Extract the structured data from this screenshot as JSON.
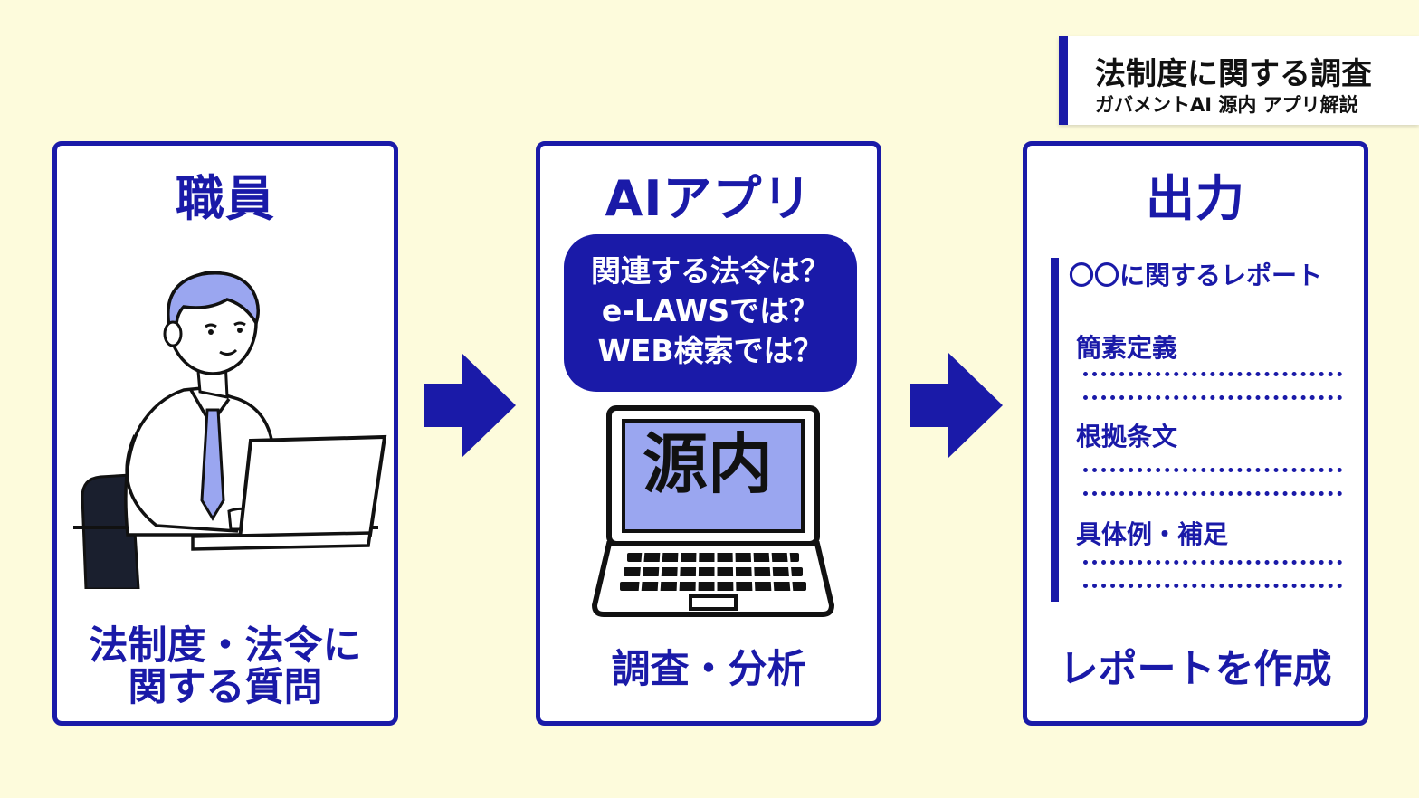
{
  "header": {
    "title": "法制度に関する調査",
    "subtitle": "ガバメントAI 源内 アプリ解説"
  },
  "panels": {
    "staff": {
      "heading": "職員",
      "caption_line1": "法制度・法令に",
      "caption_line2": "関する質問"
    },
    "app": {
      "heading": "AIアプリ",
      "bubble_lines": [
        "関連する法令は？",
        "e-LAWSでは？",
        "WEB検索では？"
      ],
      "screen_text": "源内",
      "caption": "調査・分析"
    },
    "output": {
      "heading": "出力",
      "report_title": "〇〇に関するレポート",
      "sections": [
        "簡素定義",
        "根拠条文",
        "具体例・補足"
      ],
      "caption": "レポートを作成"
    }
  },
  "colors": {
    "accent": "#1a1aa8",
    "background": "#fdfbdc",
    "panel": "#ffffff",
    "skin": "#ffffff",
    "hair_tie_screen": "#9aa6f0",
    "chair": "#1a1f2e"
  }
}
